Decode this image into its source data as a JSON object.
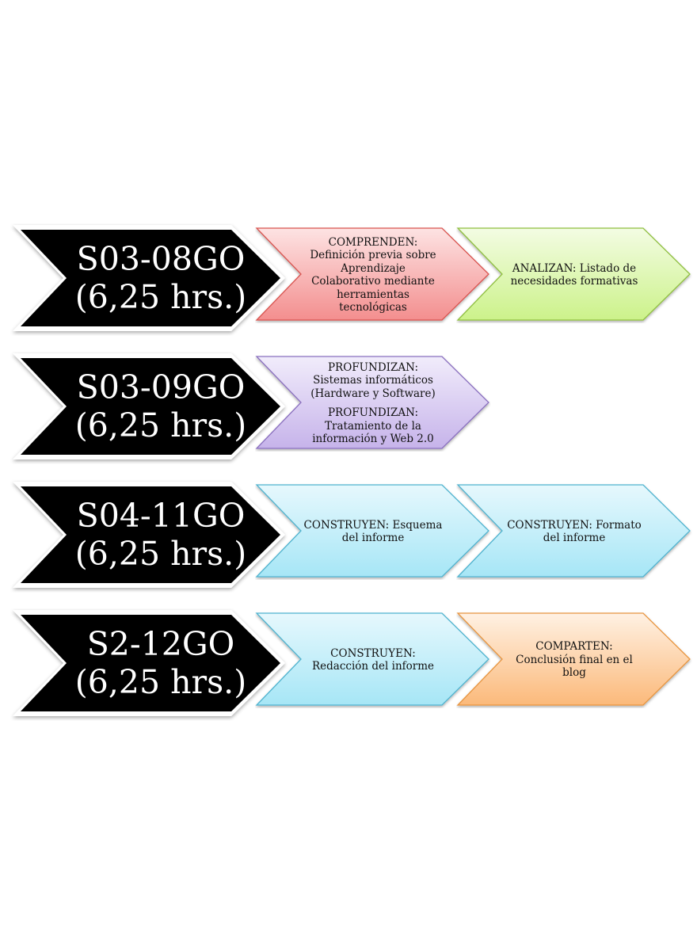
{
  "rows": [
    {
      "label_code": "S03-08GO",
      "label_hours": "(6,25 hrs.)",
      "steps": [
        {
          "lines": [
            "COMPRENDEN:",
            "Definición previa sobre",
            "Aprendizaje",
            "Colaborativo mediante",
            "herramientas",
            "tecnológicas"
          ],
          "color": "red"
        },
        {
          "lines": [
            "ANALIZAN: Listado de",
            "necesidades formativas"
          ],
          "color": "green"
        }
      ]
    },
    {
      "label_code": "S03-09GO",
      "label_hours": "(6,25 hrs.)",
      "steps": [
        {
          "lines": [
            "PROFUNDIZAN:",
            "Sistemas informáticos",
            "(Hardware y Software)"
          ],
          "lines2": [
            "PROFUNDIZAN:",
            "Tratamiento de la",
            "información y Web 2.0"
          ],
          "color": "purple"
        }
      ]
    },
    {
      "label_code": "S04-11GO",
      "label_hours": "(6,25 hrs.)",
      "steps": [
        {
          "lines": [
            "CONSTRUYEN: Esquema",
            "del informe"
          ],
          "color": "blue"
        },
        {
          "lines": [
            "CONSTRUYEN: Formato",
            "del informe"
          ],
          "color": "blue"
        }
      ]
    },
    {
      "label_code": "S2-12GO",
      "label_hours": "(6,25 hrs.)",
      "steps": [
        {
          "lines": [
            "CONSTRUYEN:",
            "Redacción del informe"
          ],
          "color": "blue"
        },
        {
          "lines": [
            "COMPARTEN:",
            "Conclusión final en el",
            "blog"
          ],
          "color": "orange"
        }
      ]
    }
  ],
  "palette": {
    "red": {
      "top": "#fde3e3",
      "bottom": "#f38e8e",
      "stroke": "#d9534f"
    },
    "green": {
      "top": "#f3fce3",
      "bottom": "#ccf28a",
      "stroke": "#8fbf3f"
    },
    "purple": {
      "top": "#f1ecfb",
      "bottom": "#c6b3ea",
      "stroke": "#8a6fbf"
    },
    "blue": {
      "top": "#e6f8fd",
      "bottom": "#a6e6f6",
      "stroke": "#4fb3cf"
    },
    "orange": {
      "top": "#fff1e3",
      "bottom": "#fbb97a",
      "stroke": "#e8953f"
    },
    "main": "#000000"
  }
}
